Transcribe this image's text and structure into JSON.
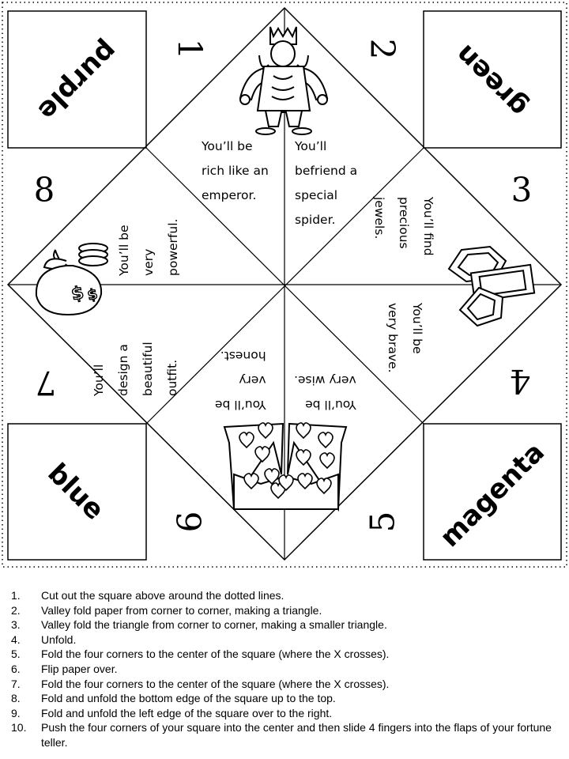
{
  "colors": {
    "top_left": "purple",
    "top_right": "green",
    "bottom_left": "blue",
    "bottom_right": "magenta"
  },
  "numbers": [
    "1",
    "2",
    "3",
    "4",
    "5",
    "6",
    "7",
    "8"
  ],
  "fortunes": {
    "f1": [
      "You’ll be",
      "rich like an",
      "emperor."
    ],
    "f2": [
      "You’ll",
      "befriend a",
      "special",
      "spider."
    ],
    "f3": [
      "You’ll find",
      "precious",
      "jewels."
    ],
    "f4": [
      "You’ll be",
      "very brave."
    ],
    "f5": [
      "You’ll be",
      "very wise."
    ],
    "f6": [
      "You’ll be",
      "very",
      "honest."
    ],
    "f7": [
      "You’ll",
      "design a",
      "beautiful",
      "outfit."
    ],
    "f8": [
      "You’ll be",
      "very",
      "powerful."
    ]
  },
  "illustrations": [
    "emperor-icon",
    "jewels-icon",
    "heart-dress-icon",
    "money-bag-icon"
  ],
  "instructions": [
    "Cut out the square above around the dotted lines.",
    "Valley fold paper from corner to corner, making a triangle.",
    "Valley fold the triangle from corner to corner, making a smaller triangle.",
    "Unfold.",
    "Fold the four corners to the center of the square (where the X crosses).",
    "Flip paper over.",
    "Fold the four corners to the center of the square (where the X crosses).",
    "Fold and unfold the bottom edge of the square up to the top.",
    "Fold and unfold the left edge of the square over to the right.",
    "Push the four corners of your square into the center and then slide 4 fingers into the flaps of your fortune teller."
  ]
}
